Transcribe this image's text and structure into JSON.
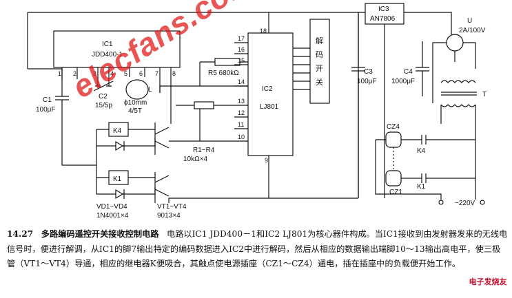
{
  "ic1": {
    "name": "IC1",
    "model": "JDD400-1",
    "pins": [
      "1",
      "2",
      "3",
      "4",
      "5",
      "6",
      "7",
      "8"
    ]
  },
  "ic2": {
    "name": "IC2",
    "model": "LJ801",
    "pins_left": [
      "17",
      "16",
      "15",
      "14",
      "13",
      "12",
      "11",
      "10"
    ],
    "pin_top": "18",
    "pin_bottom": "9"
  },
  "ic3": {
    "name": "IC3",
    "model": "AN7806"
  },
  "decoder_switch": "解码开关",
  "components": {
    "c1": "C1",
    "c1_val": "100μF",
    "c2": "C2",
    "c2_val": "15/5p",
    "coil": "ϕ10mm",
    "coil_turns": "4/5T",
    "coil_l": "L",
    "r5": "R5 680kΩ",
    "r1r4": "R1~R4",
    "r1r4_val": "10kΩ×4",
    "c3": "C3",
    "c3_val": "100μF",
    "c4": "C4",
    "c4_val": "1000μF",
    "k4": "K4",
    "k1": "K1",
    "vd": "VD1~VD4",
    "vd_val": "1N4001×4",
    "vt": "VT1~VT4",
    "vt_val": "9013×4",
    "bridge": "U",
    "bridge_val": "2A/100V",
    "transformer": "T",
    "cz4": "CZ4",
    "cz1": "CZ1",
    "k4_contact": "K4",
    "k1_contact": "K1",
    "mains": "~220V"
  },
  "caption": {
    "number": "14.27",
    "title": "多路编码遥控开关接收控制电路",
    "body": "电路以IC1 JDD400－1和IC2 LJ801为核心器件构成。当IC1接收到由发射器发来的无线电信号时，便进行解调，从IC1的脚7输出特定的编码数据进入IC2中进行解码，然后从相应的数据输出端脚10～13输出高电平，使三极管（VT1～VT4）导通，相应的继电器K便吸合，其触点使电源插座（CZ1～CZ4）通电，插在插座中的负载便开始工作。"
  },
  "watermark": "elecfans.com",
  "logo": "电子发烧友"
}
